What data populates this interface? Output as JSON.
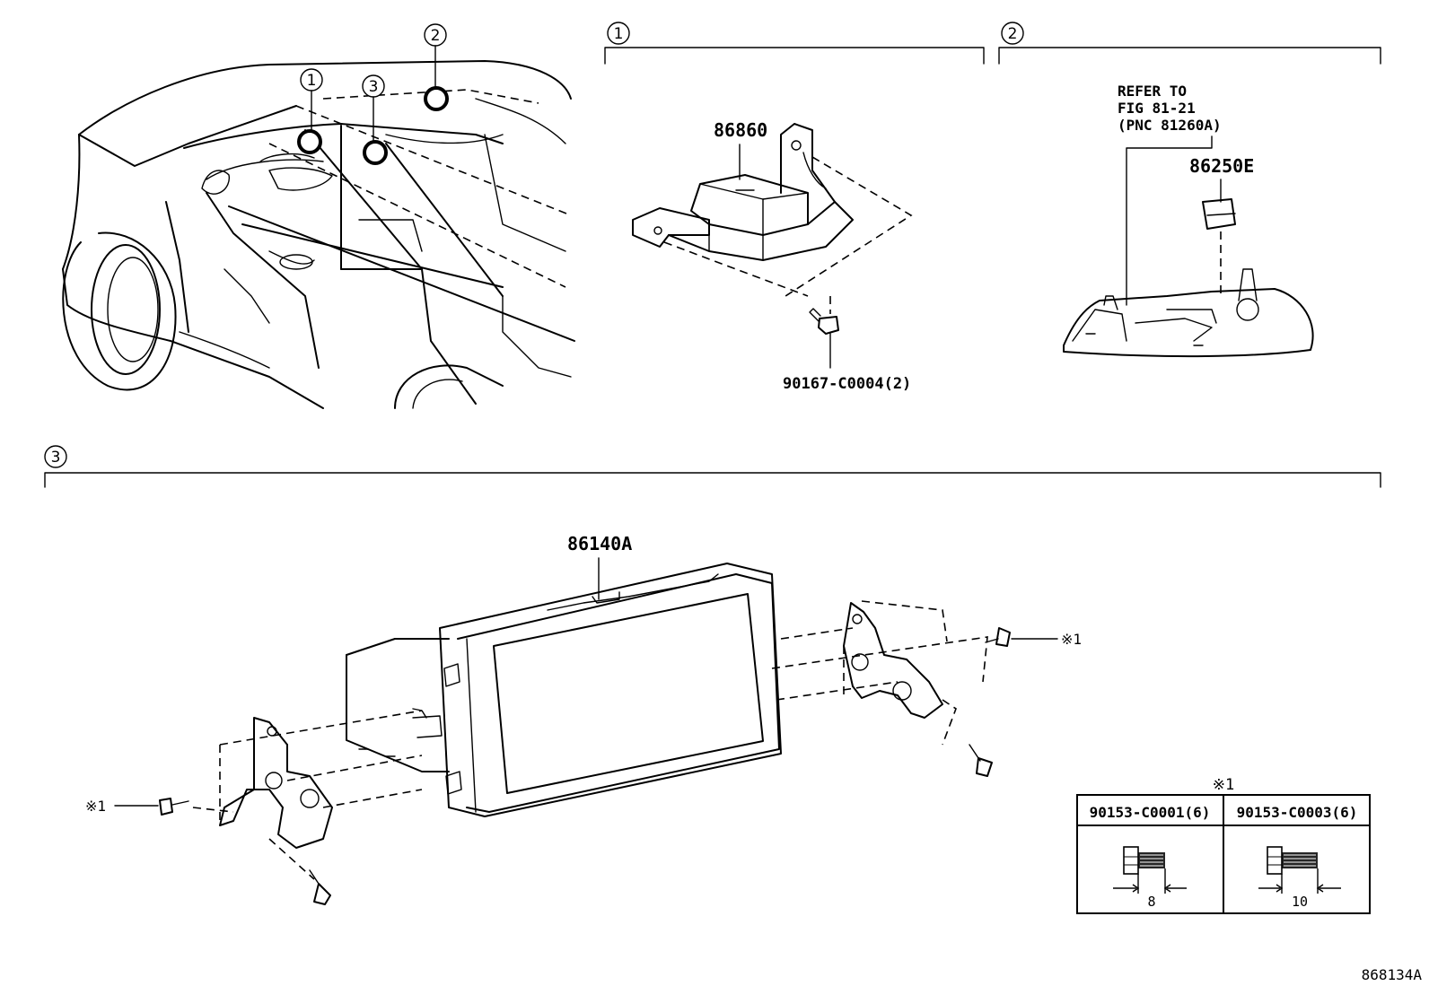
{
  "callouts": {
    "one": "1",
    "two": "2",
    "three": "3"
  },
  "parts": {
    "airbag_sensor": "86860",
    "bolt_sensor": "90167-C0004(2)",
    "refer_line1": "REFER TO",
    "refer_line2": "FIG 81-21",
    "refer_line3": "(PNC 81260A)",
    "clock": "86250E",
    "display": "86140A"
  },
  "note_mark": "※1",
  "bolt_table": {
    "header": "※1",
    "columns": [
      {
        "part": "90153-C0001(6)",
        "dim": "8"
      },
      {
        "part": "90153-C0003(6)",
        "dim": "10"
      }
    ]
  },
  "figure_id": "868134A"
}
